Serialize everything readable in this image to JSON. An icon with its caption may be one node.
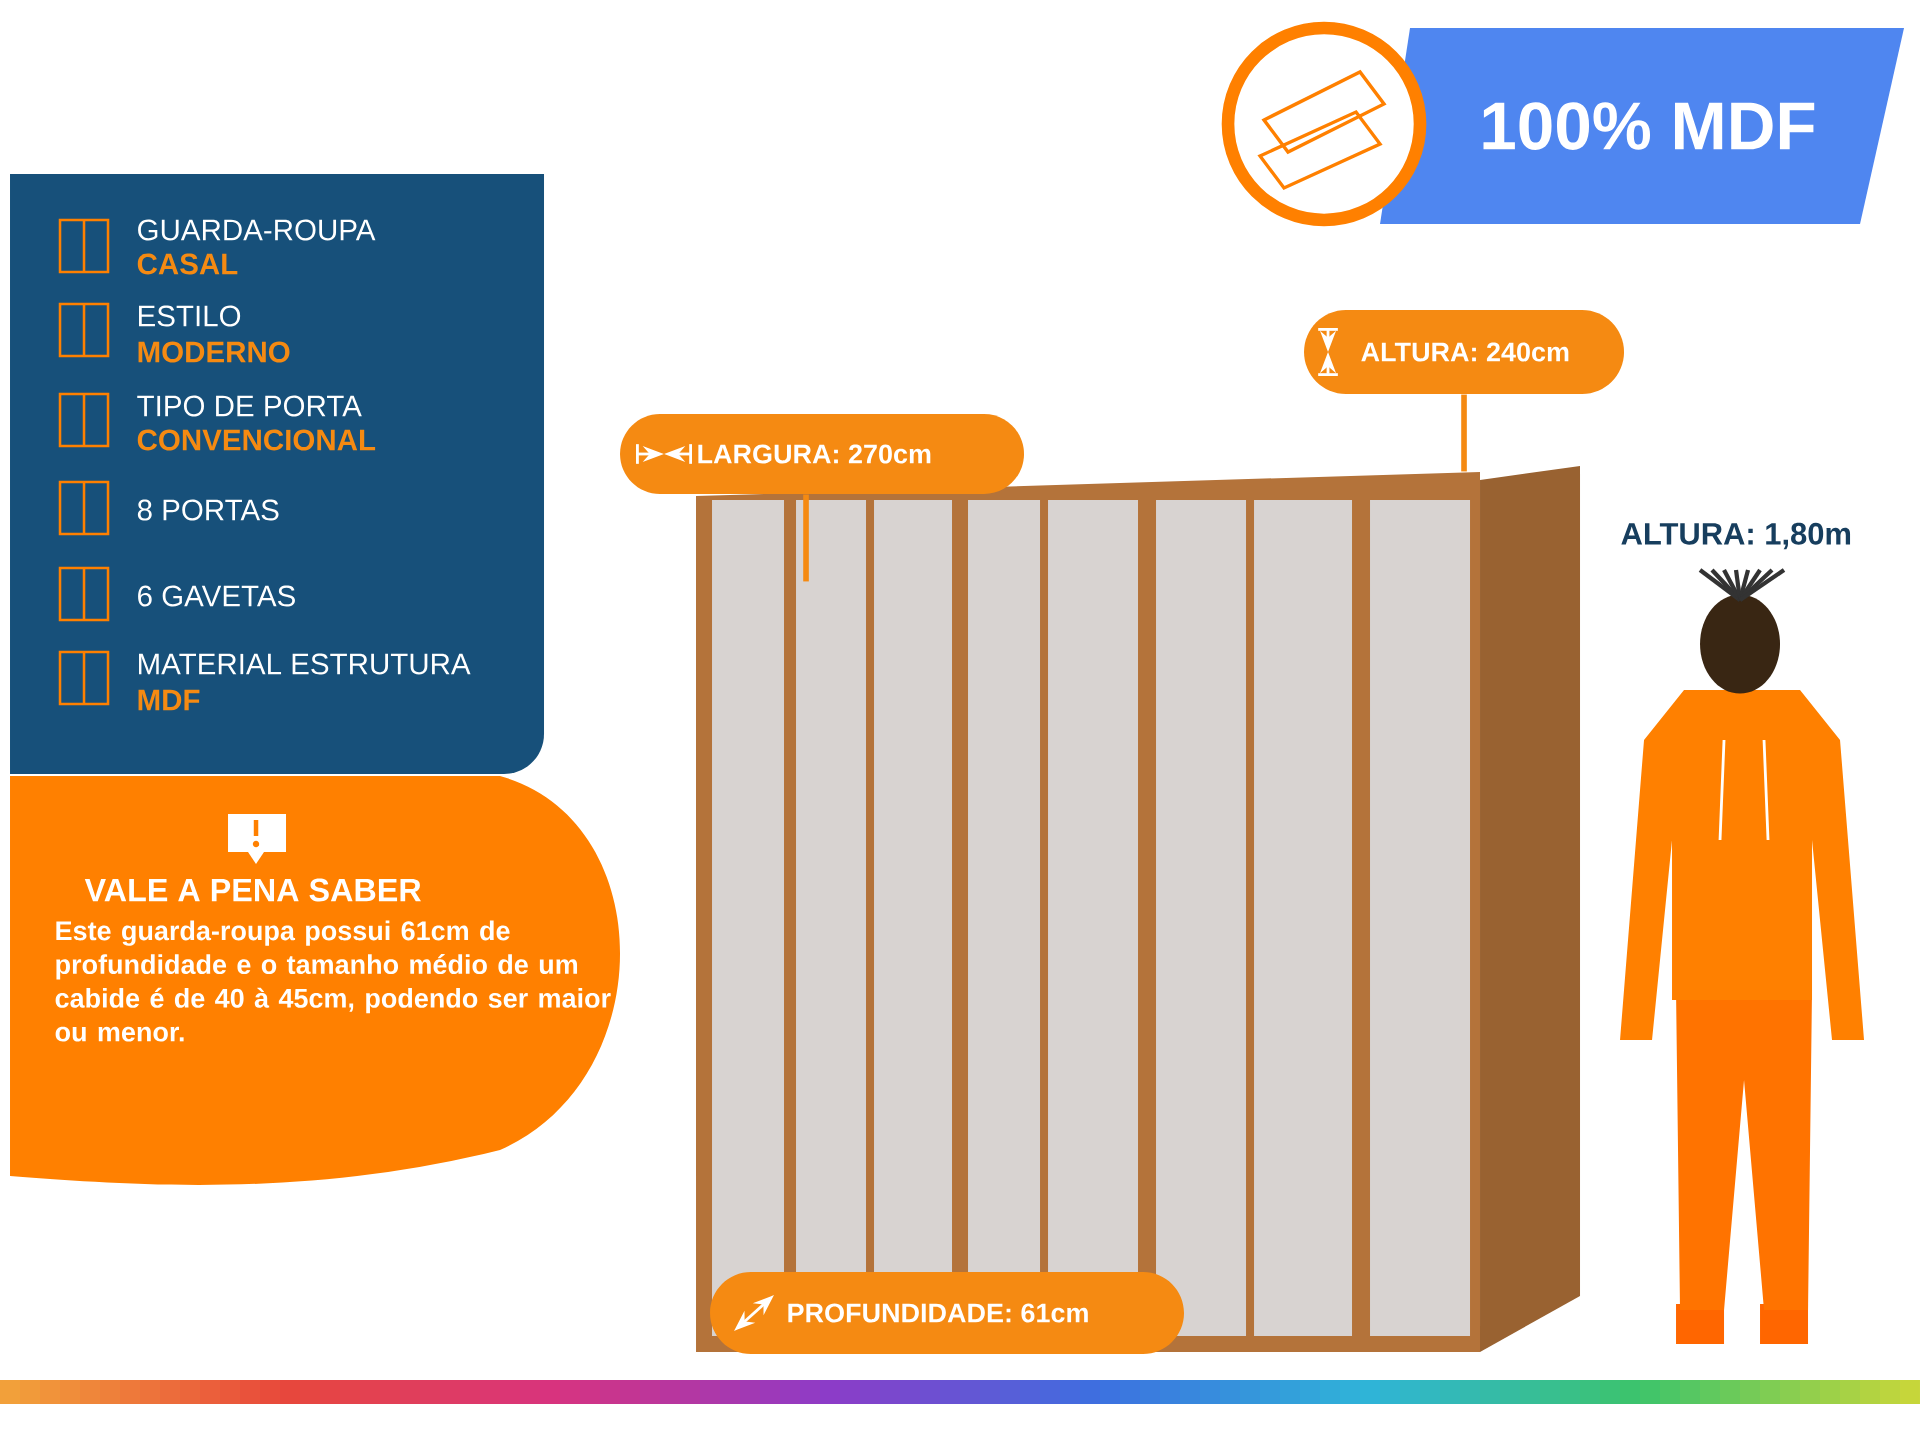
{
  "diagram": {
    "nodes": [
      {
        "text": [
          "100% MDF"
        ]
      },
      {
        "text": [
          "GUARDA-ROUPA",
          "CASAL",
          "ESTILO",
          "MODERNO",
          "TIPO DE PORTA",
          "CONVENCIONAL",
          "8 PORTAS",
          "6 GAVETAS",
          "MATERIAL ESTRUTURA",
          "MDF"
        ]
      },
      {
        "text": [
          "VALE A PENA SABER",
          "Este guarda-roupa possui 61cm de profundidade e o tamanho médio de um cabide é de 40 à 45cm, podendo ser maior ou menor."
        ]
      },
      {
        "text": [
          "LARGURA: 270cm"
        ]
      },
      {
        "text": [
          "ALTURA: 240cm"
        ]
      },
      {
        "text": [
          "PROFUNDIDADE: 61cm"
        ]
      },
      {
        "text": [],
        "shape": "picture"
      }
    ],
    "edges": [
      {
        "from": 3,
        "to": 6,
        "arrow": "none"
      },
      {
        "from": 4,
        "to": 6,
        "arrow": "none"
      }
    ],
    "labels": [
      "ALTURA: 1,80m"
    ]
  }
}
